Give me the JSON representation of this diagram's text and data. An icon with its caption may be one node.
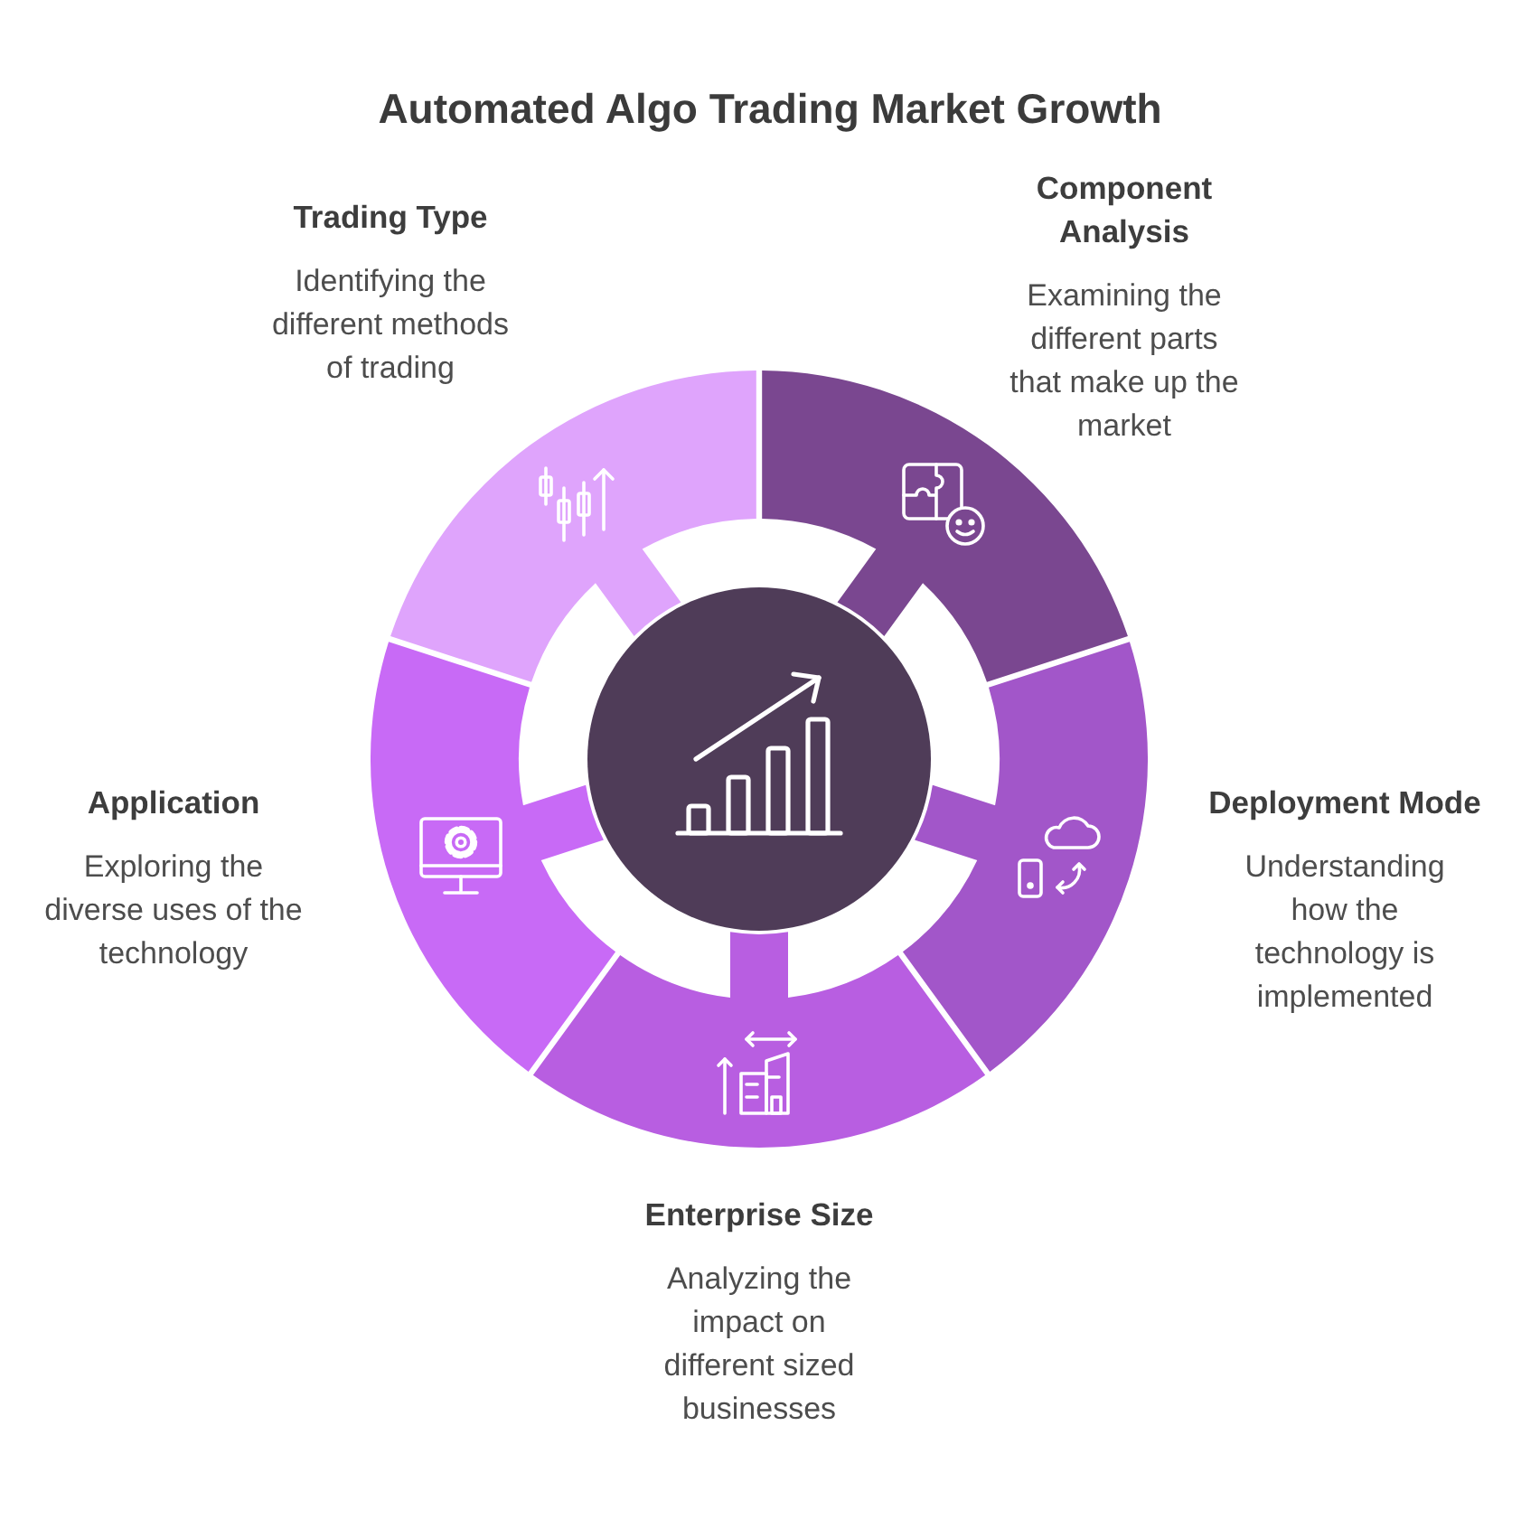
{
  "diagram": {
    "title": "Automated Algo Trading Market Growth",
    "nodes": [
      {
        "text": [],
        "shape": "circle"
      },
      {
        "text": [
          "Trading Type",
          "Identifying the different methods of trading"
        ]
      },
      {
        "text": [
          "Component Analysis",
          "Examining the different parts that make up the market"
        ]
      },
      {
        "text": [
          "Deployment Mode",
          "Understanding how the technology is implemented"
        ]
      },
      {
        "text": [
          "Enterprise Size",
          "Analyzing the impact on different sized businesses"
        ]
      },
      {
        "text": [
          "Application",
          "Exploring the diverse uses of the technology"
        ]
      }
    ]
  }
}
